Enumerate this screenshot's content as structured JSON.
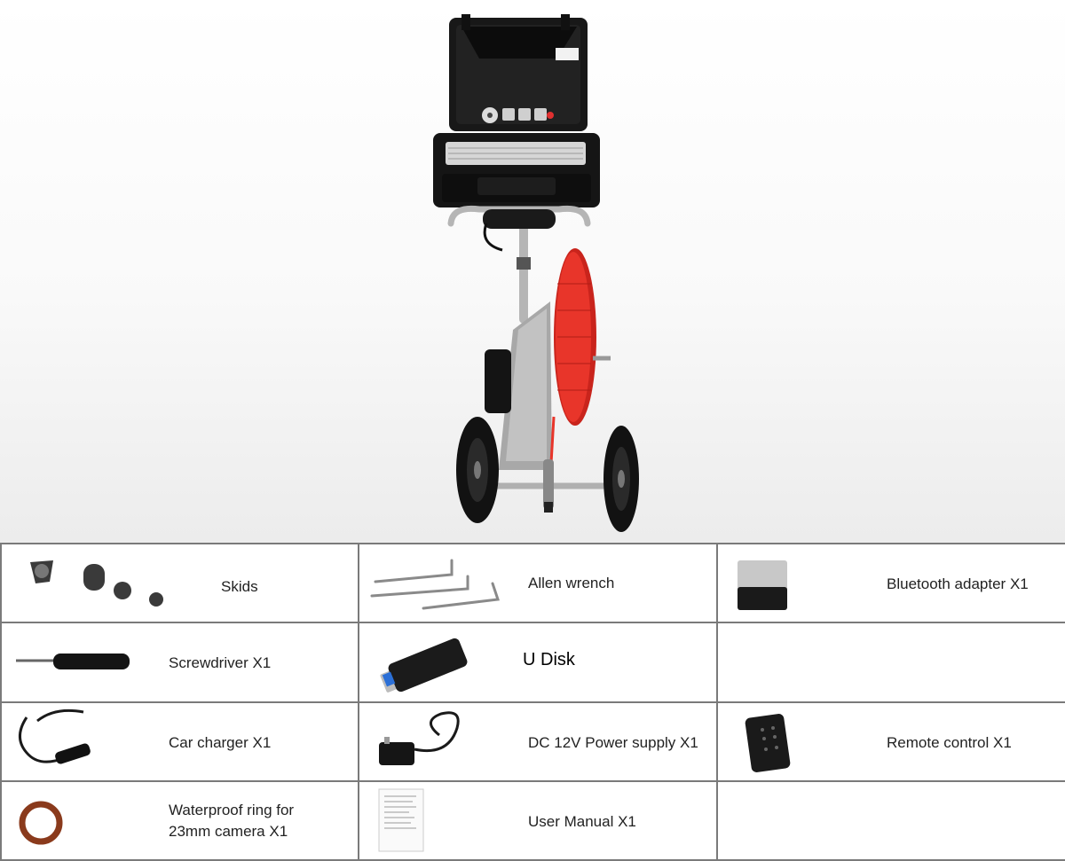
{
  "accessories": {
    "skids": "Skids",
    "allen_wrench": "Allen wrench",
    "bluetooth_adapter": "Bluetooth adapter X1",
    "screwdriver": "Screwdriver X1",
    "u_disk": "U Disk",
    "car_charger": "Car charger X1",
    "power_supply": "DC 12V Power supply X1",
    "remote_control": "Remote control X1",
    "waterproof_ring": "Waterproof ring for 23mm camera X1",
    "user_manual": "User Manual X1"
  },
  "colors": {
    "reel_red": "#e8352a",
    "case_black": "#161616",
    "frame_steel": "#b8b8b8",
    "grid_border": "#7a7a7a",
    "ring_brown": "#8a3a1c"
  }
}
